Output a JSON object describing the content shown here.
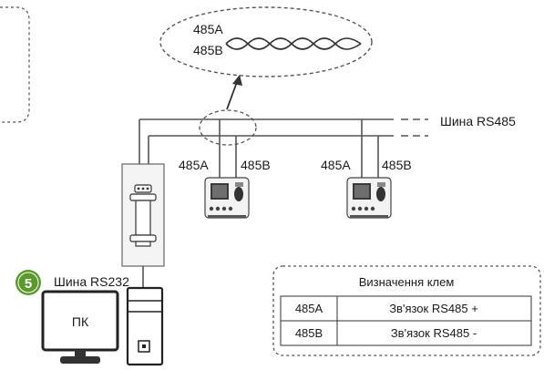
{
  "cable_detail": {
    "label_a": "485A",
    "label_b": "485B"
  },
  "bus": {
    "rs485_label": "Шина RS485"
  },
  "devices": [
    {
      "label_a": "485A",
      "label_b": "485B"
    },
    {
      "label_a": "485A",
      "label_b": "485B"
    }
  ],
  "pc": {
    "step_number": "5",
    "rs232_label": "Шина RS232",
    "monitor_label": "ПК"
  },
  "legend": {
    "title": "Визначення клем",
    "rows": [
      {
        "terminal": "485A",
        "meaning": "Зв'язок RS485 +"
      },
      {
        "terminal": "485B",
        "meaning": "Зв'язок RS485 -"
      }
    ]
  },
  "colors": {
    "badge": "#5a9a2a",
    "line": "#555555",
    "device_screen": "#3a3a3a"
  }
}
